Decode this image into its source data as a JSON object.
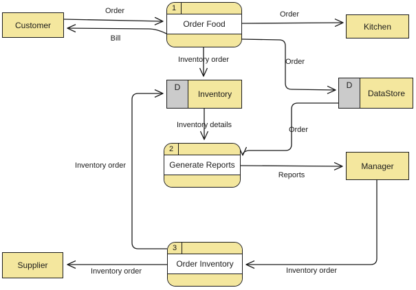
{
  "colors": {
    "node_fill": "#F4E79E",
    "store_marker_fill": "#CBCBCB",
    "stroke": "#1A1A1A",
    "canvas_background": "#FFFFFF"
  },
  "nodes": {
    "customer": {
      "type": "external entity",
      "label": "Customer"
    },
    "kitchen": {
      "type": "external entity",
      "label": "Kitchen"
    },
    "manager": {
      "type": "external entity",
      "label": "Manager"
    },
    "supplier": {
      "type": "external entity",
      "label": "Supplier"
    },
    "order_food": {
      "type": "process",
      "number": "1",
      "label": "Order Food"
    },
    "generate_reports": {
      "type": "process",
      "number": "2",
      "label": "Generate Reports"
    },
    "order_inventory": {
      "type": "process",
      "number": "3",
      "label": "Order Inventory"
    },
    "inventory": {
      "type": "data store",
      "marker": "D",
      "label": "Inventory"
    },
    "datastore": {
      "type": "data store",
      "marker": "D",
      "label": "DataStore"
    }
  },
  "flows": {
    "customer_to_order_food": {
      "from": "customer",
      "to": "order_food",
      "label": "Order"
    },
    "order_food_to_customer": {
      "from": "order_food",
      "to": "customer",
      "label": "Bill"
    },
    "order_food_to_kitchen": {
      "from": "order_food",
      "to": "kitchen",
      "label": "Order"
    },
    "order_food_to_inventory": {
      "from": "order_food",
      "to": "inventory",
      "label": "Inventory order"
    },
    "order_food_to_datastore": {
      "from": "order_food",
      "to": "datastore",
      "label": "Order"
    },
    "datastore_to_generate_reports": {
      "from": "datastore",
      "to": "generate_reports",
      "label": "Order"
    },
    "inventory_to_generate_reports": {
      "from": "inventory",
      "to": "generate_reports",
      "label": "Inventory details"
    },
    "generate_reports_to_manager": {
      "from": "generate_reports",
      "to": "manager",
      "label": "Reports"
    },
    "manager_to_order_inventory": {
      "from": "manager",
      "to": "order_inventory",
      "label": "Inventory order"
    },
    "order_inventory_to_supplier": {
      "from": "order_inventory",
      "to": "supplier",
      "label": "Inventory order"
    },
    "order_inventory_to_inventory": {
      "from": "order_inventory",
      "to": "inventory",
      "label": "Inventory order"
    }
  }
}
